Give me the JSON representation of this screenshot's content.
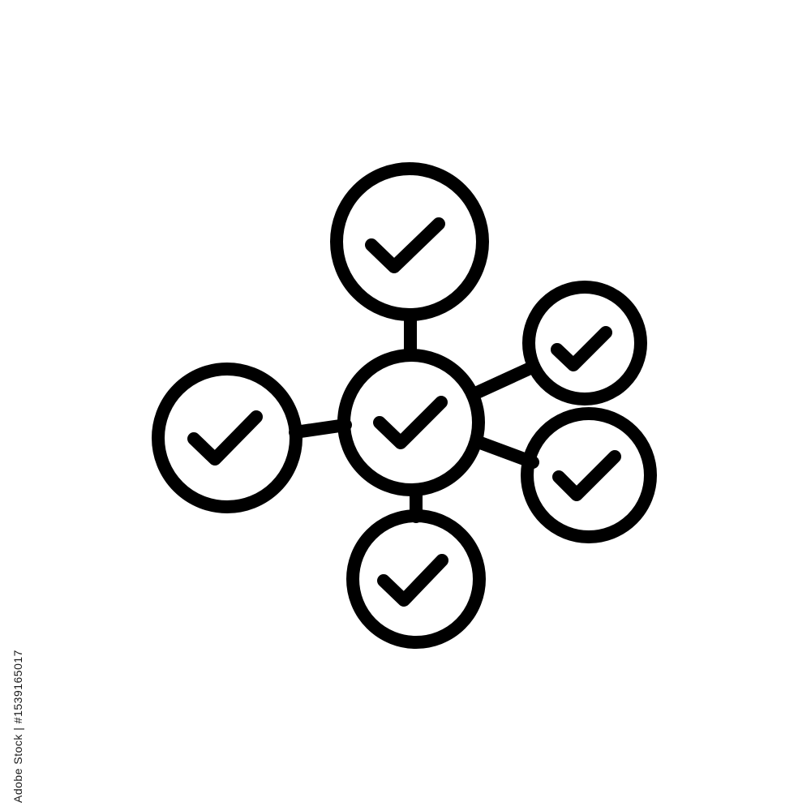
{
  "image": {
    "subject": "network of connected check-mark circles",
    "style": "black line icon on white background",
    "colors": {
      "stroke": "#000000",
      "background": "#ffffff"
    }
  },
  "icons": [
    "checkmark-circle-icon",
    "connector-line"
  ],
  "watermark": {
    "side_text": "Adobe Stock | #1539165017"
  }
}
